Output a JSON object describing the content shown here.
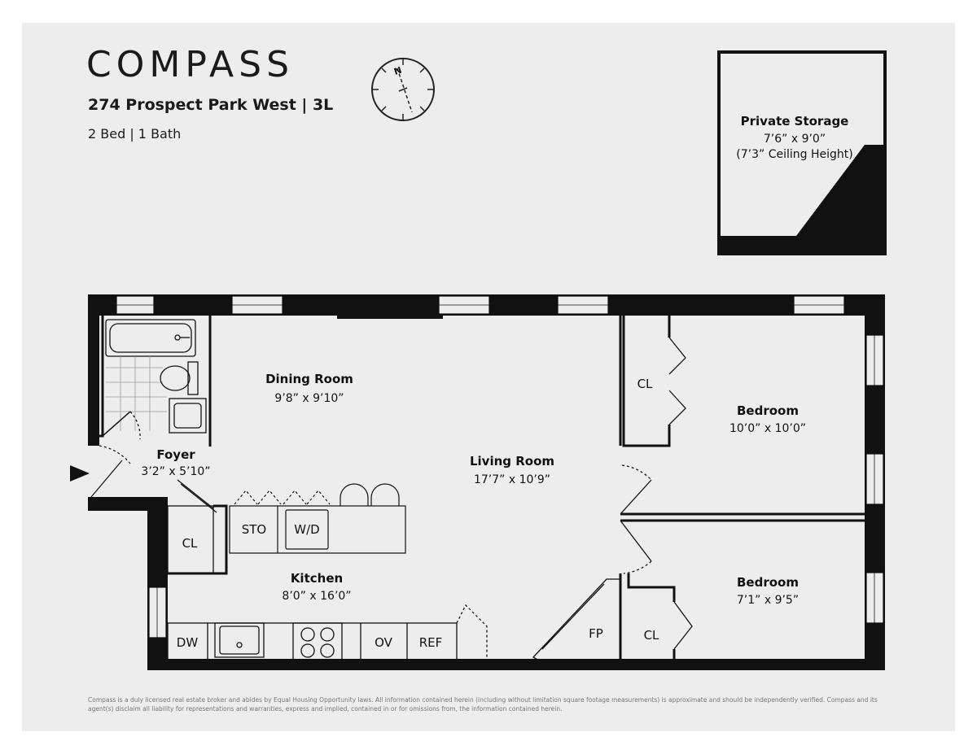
{
  "header": {
    "logo": "COMPASS",
    "address": "274 Prospect Park West | 3L",
    "summary": "2 Bed | 1 Bath"
  },
  "compass_rose": {
    "north_label": "N"
  },
  "rooms": {
    "storage": {
      "name": "Private Storage",
      "dims": "7’6” x 9’0”",
      "note": "(7’3” Ceiling Height)"
    },
    "dining": {
      "name": "Dining Room",
      "dims": "9’8” x 9’10”"
    },
    "living": {
      "name": "Living Room",
      "dims": "17’7” x 10’9”"
    },
    "foyer": {
      "name": "Foyer",
      "dims": "3’2” x 5’10”"
    },
    "kitchen": {
      "name": "Kitchen",
      "dims": "8’0” x 16’0”"
    },
    "bedroom1": {
      "name": "Bedroom",
      "dims": "10’0” x 10’0”"
    },
    "bedroom2": {
      "name": "Bedroom",
      "dims": "7’1” x 9’5”"
    }
  },
  "fixtures": {
    "closet_bedroom1": "CL",
    "closet_foyer": "CL",
    "closet_bedroom2": "CL",
    "storage": "STO",
    "washer_dryer": "W/D",
    "dishwasher": "DW",
    "oven": "OV",
    "refrigerator": "REF",
    "fireplace": "FP"
  },
  "disclaimer": "Compass is a duly licensed real estate broker and abides by Equal Housing Opportunity laws.  All information contained herein (including without limitation square footage measurements) is approximate and should be independently verified. Compass and its agent(s) disclaim all liability for representations and warranties, express and implied, contained in or for omissions from, the information contained herein."
}
